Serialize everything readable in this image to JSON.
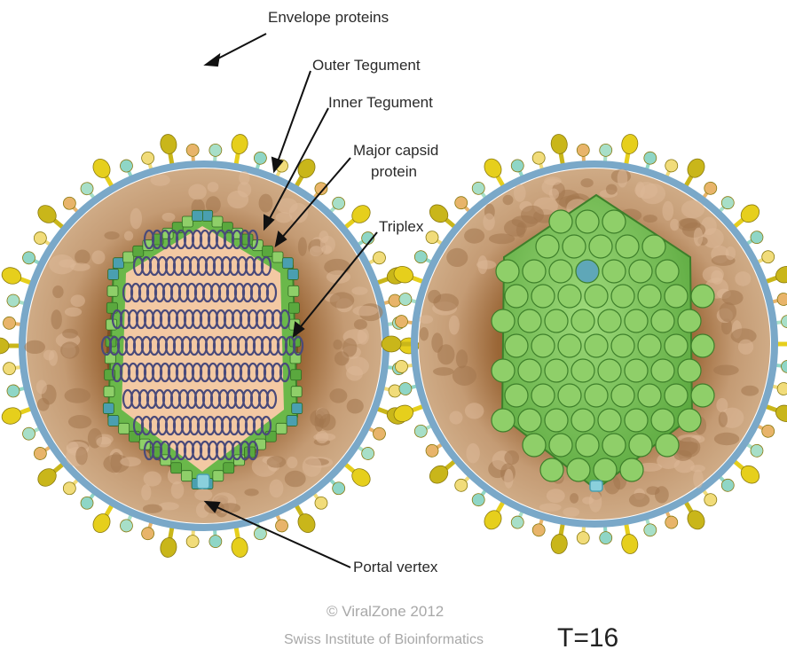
{
  "labels": {
    "envelope_proteins": "Envelope proteins",
    "outer_tegument": "Outer Tegument",
    "inner_tegument": "Inner Tegument",
    "major_capsid_line1": "Major capsid",
    "major_capsid_line2": "protein",
    "triplex": "Triplex",
    "portal_vertex": "Portal vertex"
  },
  "credit": {
    "line1": "© ViralZone 2012",
    "line2": "Swiss Institute of Bioinformatics"
  },
  "triangulation": "T=16",
  "colors": {
    "tegument_outer": "#c39a73",
    "tegument_inner": "#8a5a2e",
    "capsid_interior": "#f3c9a3",
    "capsid_green": "#6ab84a",
    "capsid_light_green": "#8fcf69",
    "triplex_blue": "#4a9fb0",
    "dna": "#4a4a7a",
    "spike_yellow": "#e6cf1c",
    "spike_teal": "#8fd6c6",
    "membrane": "#7aa8c8"
  }
}
